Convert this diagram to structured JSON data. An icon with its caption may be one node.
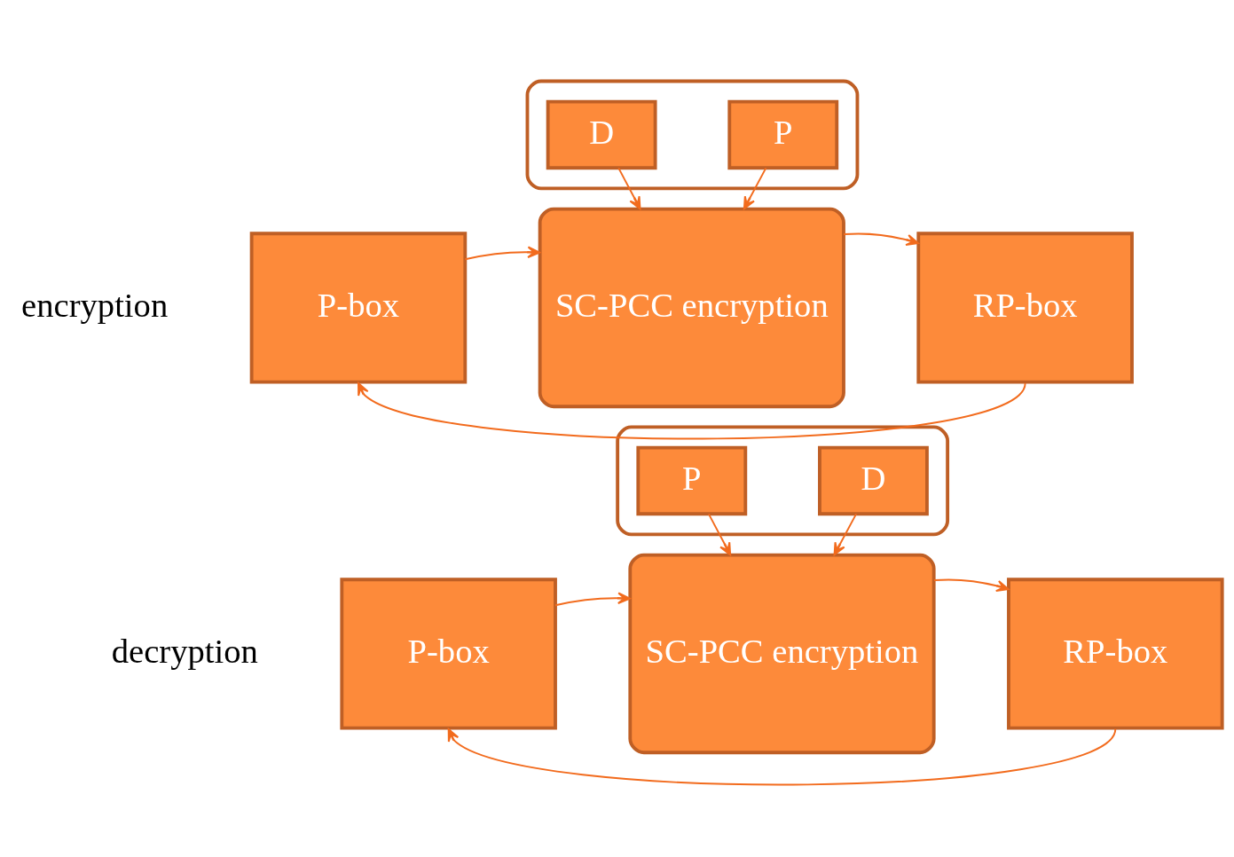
{
  "diagram": {
    "nodes": [
      {
        "text": [],
        "shape": "ellipse"
      },
      {
        "text": [
          "D"
        ],
        "in": 0
      },
      {
        "text": [
          "P"
        ],
        "in": 0
      },
      {
        "text": [
          "P-box"
        ]
      },
      {
        "text": [
          "SC-PCC encryption"
        ]
      },
      {
        "text": [
          "RP-box"
        ]
      },
      {
        "text": [],
        "shape": "ellipse"
      },
      {
        "text": [
          "P"
        ],
        "in": 6
      },
      {
        "text": [
          "D"
        ],
        "in": 6
      },
      {
        "text": [
          "P-box"
        ]
      },
      {
        "text": [
          "SC-PCC encryption"
        ]
      },
      {
        "text": [
          "RP-box"
        ]
      }
    ],
    "edges": [
      {
        "from": 1,
        "to": 4,
        "arrow": "to"
      },
      {
        "from": 2,
        "to": 4,
        "arrow": "to"
      },
      {
        "from": 3,
        "to": 4,
        "arrow": "to"
      },
      {
        "from": 4,
        "to": 5,
        "arrow": "to"
      },
      {
        "from": 5,
        "to": 3,
        "arrow": "to"
      },
      {
        "from": 7,
        "to": 10,
        "arrow": "to"
      },
      {
        "from": 8,
        "to": 10,
        "arrow": "to"
      },
      {
        "from": 9,
        "to": 10,
        "arrow": "to"
      },
      {
        "from": 10,
        "to": 11,
        "arrow": "to"
      },
      {
        "from": 11,
        "to": 9,
        "arrow": "to"
      }
    ],
    "labels": [
      "encryption",
      "decryption"
    ]
  }
}
